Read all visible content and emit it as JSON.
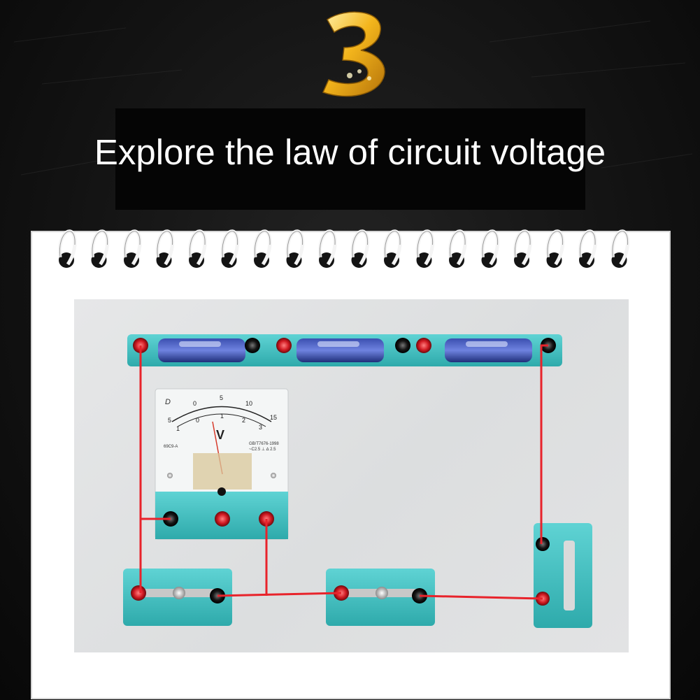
{
  "page": {
    "badge_number": "3",
    "headline": "Explore the law of circuit voltage"
  },
  "voltmeter": {
    "brand_mark": "D",
    "unit": "V",
    "model_label": "69C9-A",
    "standard_label": "GB/T7676-1998",
    "class_label": "~C2.5 ⊥ ∆ 2.5",
    "upper_scale": [
      "0",
      "5",
      "10",
      "15"
    ],
    "lower_scale": [
      "0",
      "1",
      "2",
      "3"
    ],
    "left_marks": [
      "5",
      "1"
    ]
  },
  "colors": {
    "board": "#e3e4e5",
    "module_teal": "#3fbfc0",
    "wire": "#e8232b",
    "gold": "#f3b51c"
  }
}
